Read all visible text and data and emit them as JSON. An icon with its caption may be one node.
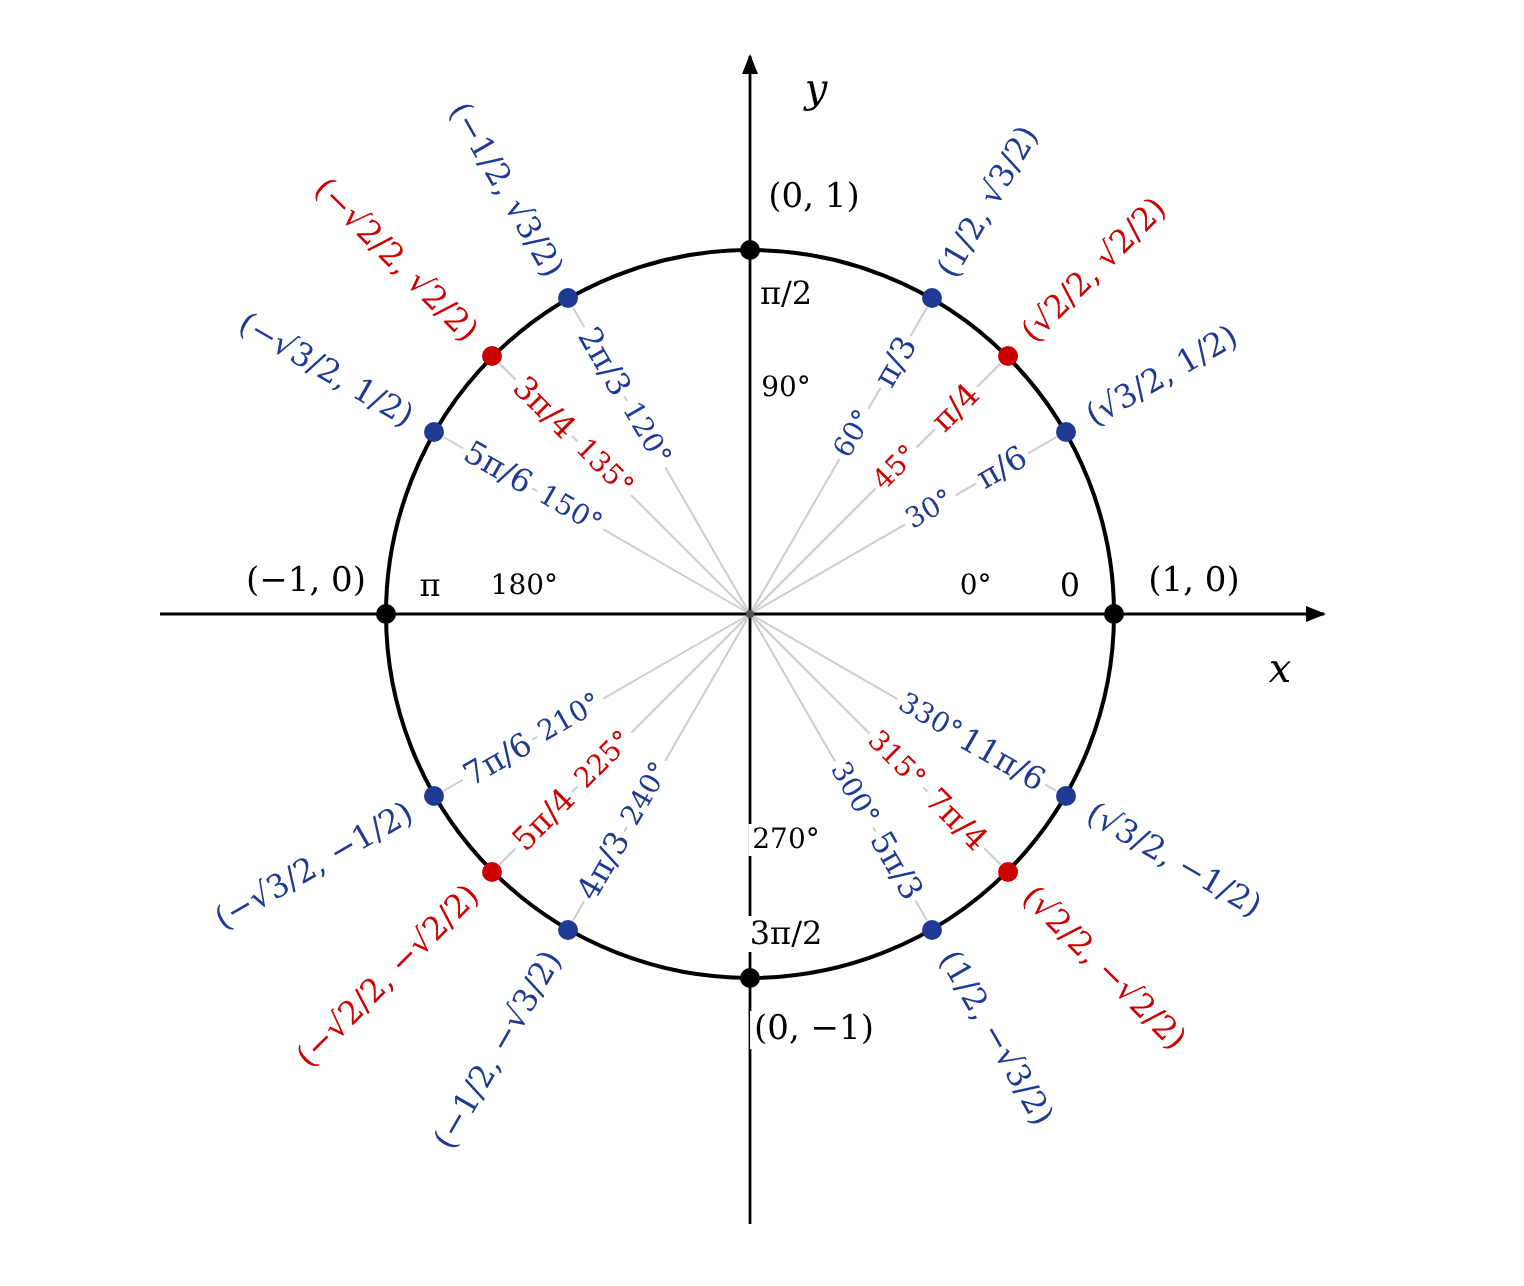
{
  "diagram": {
    "nodes": [
      {
        "text": [],
        "shape": "circle",
        "beside": [
          "(1, 0)",
          "0",
          "0°"
        ]
      },
      {
        "text": [],
        "shape": "circle",
        "beside": [
          "(√3/2, 1/2)",
          "π/6",
          "30°"
        ]
      },
      {
        "text": [],
        "shape": "circle",
        "beside": [
          "(√2/2, √2/2)",
          "π/4",
          "45°"
        ]
      },
      {
        "text": [],
        "shape": "circle",
        "beside": [
          "(1/2, √3/2)",
          "π/3",
          "60°"
        ]
      },
      {
        "text": [],
        "shape": "circle",
        "beside": [
          "(0, 1)",
          "π/2",
          "90°"
        ]
      },
      {
        "text": [],
        "shape": "circle",
        "beside": [
          "(−1/2, √3/2)",
          "2π/3",
          "120°"
        ]
      },
      {
        "text": [],
        "shape": "circle",
        "beside": [
          "(−√2/2, √2/2)",
          "3π/4",
          "135°"
        ]
      },
      {
        "text": [],
        "shape": "circle",
        "beside": [
          "(−√3/2, 1/2)",
          "5π/6",
          "150°"
        ]
      },
      {
        "text": [],
        "shape": "circle",
        "beside": [
          "(−1, 0)",
          "π",
          "180°"
        ]
      },
      {
        "text": [],
        "shape": "circle",
        "beside": [
          "(−√3/2, −1/2)",
          "7π/6",
          "210°"
        ]
      },
      {
        "text": [],
        "shape": "circle",
        "beside": [
          "(−√2/2, −√2/2)",
          "5π/4",
          "225°"
        ]
      },
      {
        "text": [],
        "shape": "circle",
        "beside": [
          "(−1/2, −√3/2)",
          "4π/3",
          "240°"
        ]
      },
      {
        "text": [],
        "shape": "circle",
        "beside": [
          "(0, −1)",
          "3π/2",
          "270°"
        ]
      },
      {
        "text": [],
        "shape": "circle",
        "beside": [
          "(1/2, −√3/2)",
          "5π/3",
          "300°"
        ]
      },
      {
        "text": [],
        "shape": "circle",
        "beside": [
          "(√2/2, −√2/2)",
          "7π/4",
          "315°"
        ]
      },
      {
        "text": [],
        "shape": "circle",
        "beside": [
          "(√3/2, −1/2)",
          "11π/6",
          "330°"
        ]
      },
      {
        "text": [],
        "shape": "point"
      }
    ],
    "edges": [
      {
        "from": 16,
        "to": 1,
        "arrow": "none"
      },
      {
        "from": 16,
        "to": 2,
        "arrow": "none"
      },
      {
        "from": 16,
        "to": 3,
        "arrow": "none"
      },
      {
        "from": 16,
        "to": 5,
        "arrow": "none"
      },
      {
        "from": 16,
        "to": 6,
        "arrow": "none"
      },
      {
        "from": 16,
        "to": 7,
        "arrow": "none"
      },
      {
        "from": 16,
        "to": 9,
        "arrow": "none"
      },
      {
        "from": 16,
        "to": 10,
        "arrow": "none"
      },
      {
        "from": 16,
        "to": 11,
        "arrow": "none"
      },
      {
        "from": 16,
        "to": 13,
        "arrow": "none"
      },
      {
        "from": 16,
        "to": 14,
        "arrow": "none"
      },
      {
        "from": 16,
        "to": 15,
        "arrow": "none"
      }
    ],
    "labels": [
      "y",
      "x"
    ]
  }
}
